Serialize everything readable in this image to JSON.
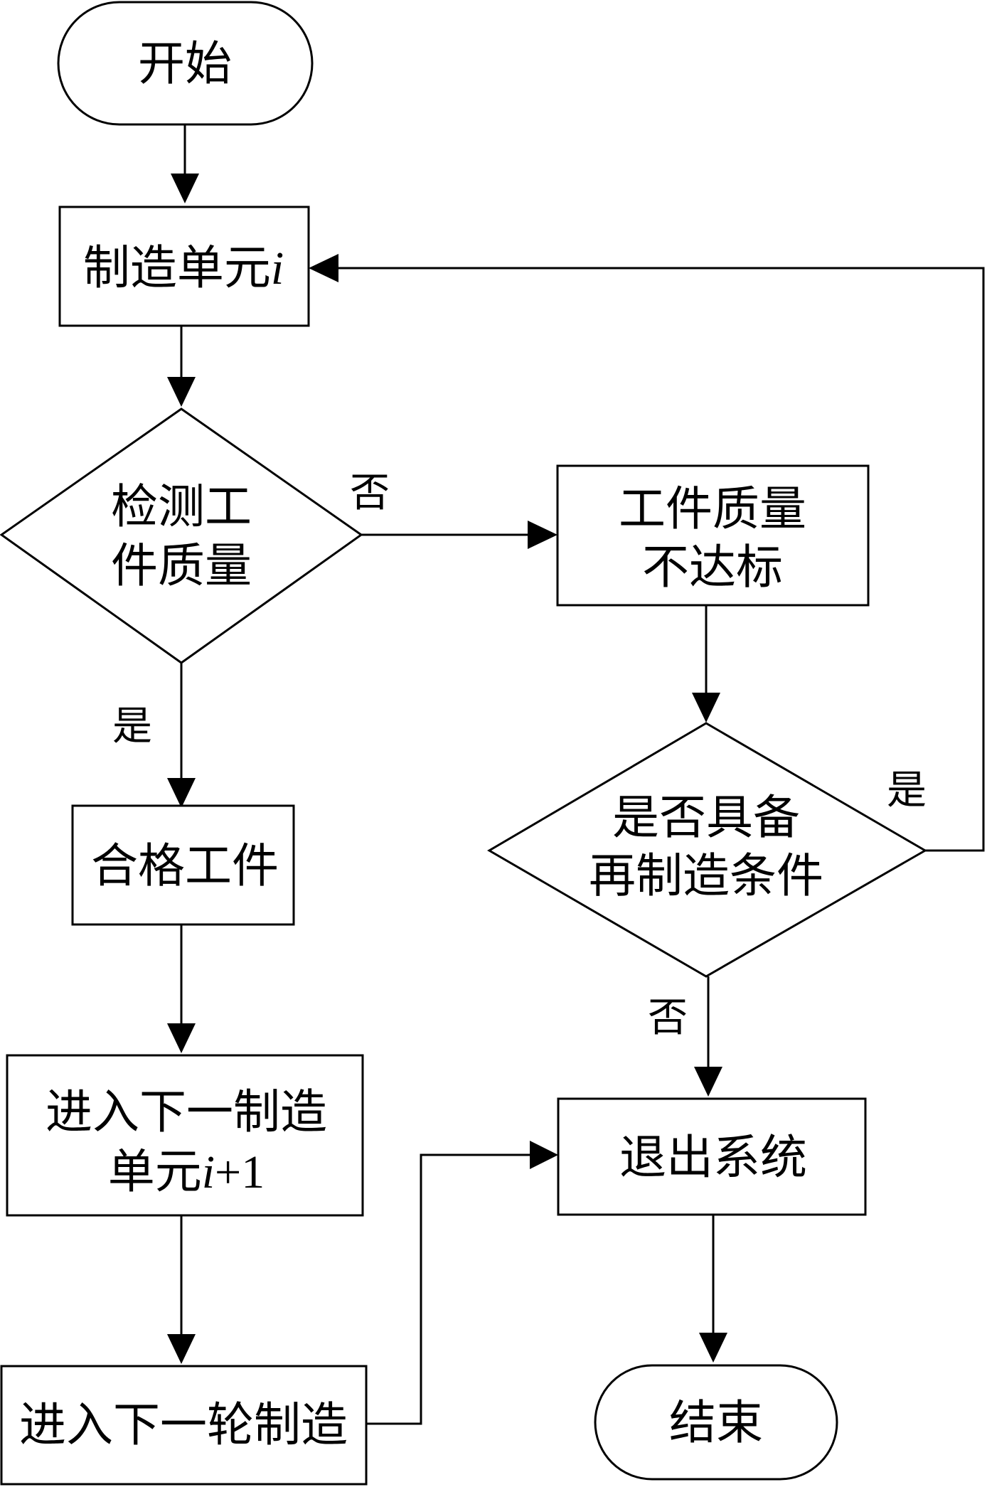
{
  "nodes": {
    "start": {
      "text": "开始"
    },
    "unit_i": {
      "text": "制造单元",
      "var": "i"
    },
    "check_quality": {
      "line1": "检测工",
      "line2": "件质量"
    },
    "quality_fail": {
      "line1": "工件质量",
      "line2": "不达标"
    },
    "qualified": {
      "text": "合格工件"
    },
    "remanufacture_check": {
      "line1": "是否具备",
      "line2": "再制造条件"
    },
    "next_unit": {
      "line1": "进入下一制造",
      "line2_prefix": "单元",
      "line2_var": "i",
      "line2_suffix": "+1"
    },
    "exit_system": {
      "text": "退出系统"
    },
    "next_round": {
      "text": "进入下一轮制造"
    },
    "end": {
      "text": "结束"
    }
  },
  "branch_labels": {
    "check_no": "否",
    "check_yes": "是",
    "remanufacture_yes": "是",
    "remanufacture_no": "否"
  },
  "colors": {
    "line": "#000000",
    "fill": "#ffffff"
  }
}
